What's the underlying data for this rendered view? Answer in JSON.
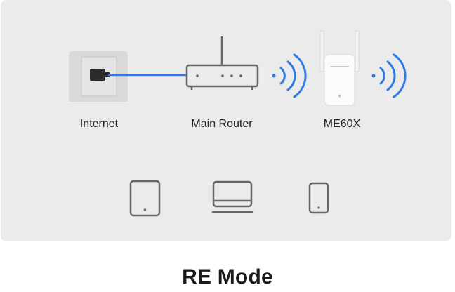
{
  "diagram": {
    "devices": {
      "internet": {
        "label": "Internet",
        "icon": "wall-socket-icon"
      },
      "main_router": {
        "label": "Main Router",
        "icon": "router-icon"
      },
      "extender": {
        "label": "ME60X",
        "icon": "range-extender-icon"
      }
    },
    "client_devices": [
      {
        "icon": "tablet-icon"
      },
      {
        "icon": "laptop-icon"
      },
      {
        "icon": "phone-icon"
      }
    ],
    "colors": {
      "panel_background": "#ebebeb",
      "cable": "#2f7be5",
      "wifi_signal": "#2f7be5",
      "device_outline": "#666666"
    }
  },
  "mode_title": "RE Mode"
}
